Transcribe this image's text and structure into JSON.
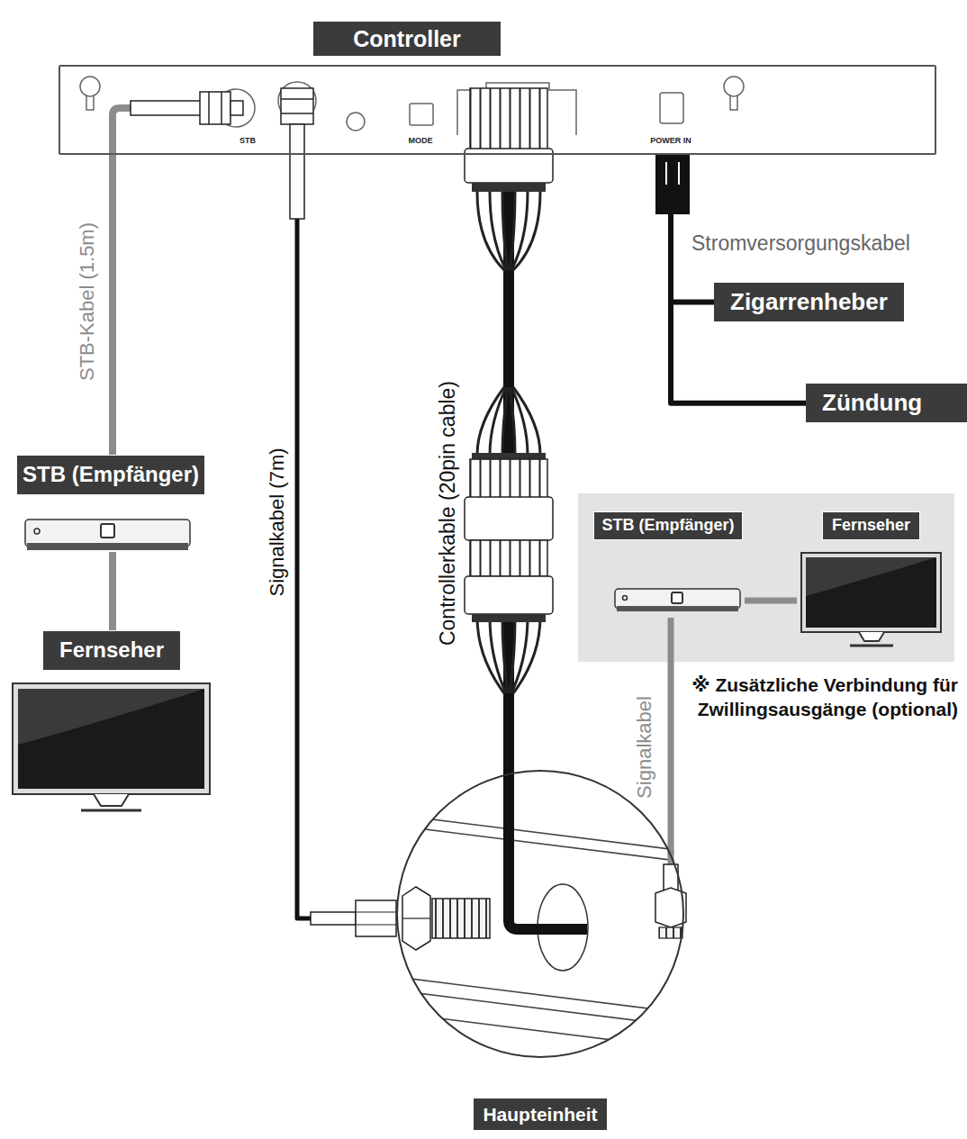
{
  "diagram": {
    "nodes": [
      {
        "text": [
          "Controller"
        ]
      },
      {
        "text": [
          "STB (Empfänger)"
        ]
      },
      {
        "text": [
          "Fernseher"
        ]
      },
      {
        "text": [
          "Zigarrenheber"
        ]
      },
      {
        "text": [
          "Zündung"
        ]
      },
      {
        "text": [
          "STB (Empfänger)"
        ]
      },
      {
        "text": [
          "Fernseher"
        ]
      },
      {
        "text": [
          "Haupteinheit"
        ]
      }
    ],
    "edges": [
      {
        "from": 0,
        "to": 1,
        "arrow": "none",
        "label": "STB-Kabel (1.5m)"
      },
      {
        "from": 1,
        "to": 2,
        "arrow": "none"
      },
      {
        "from": 0,
        "to": 7,
        "arrow": "none",
        "label": "Signalkabel (7m)"
      },
      {
        "from": 0,
        "to": 7,
        "arrow": "none",
        "label": "Controllerkable (20pin cable)"
      },
      {
        "from": 0,
        "to": 3,
        "arrow": "none"
      },
      {
        "from": 0,
        "to": 4,
        "arrow": "none"
      },
      {
        "from": 7,
        "to": 5,
        "arrow": "none",
        "label": "Signalkabel"
      },
      {
        "from": 5,
        "to": 6,
        "arrow": "none"
      }
    ],
    "labels": [
      "STB",
      "MODE",
      "POWER IN",
      "Stromversorgungskabel",
      "※ Zusätzliche Verbindung für Zwillingsausgänge (optional)"
    ]
  }
}
